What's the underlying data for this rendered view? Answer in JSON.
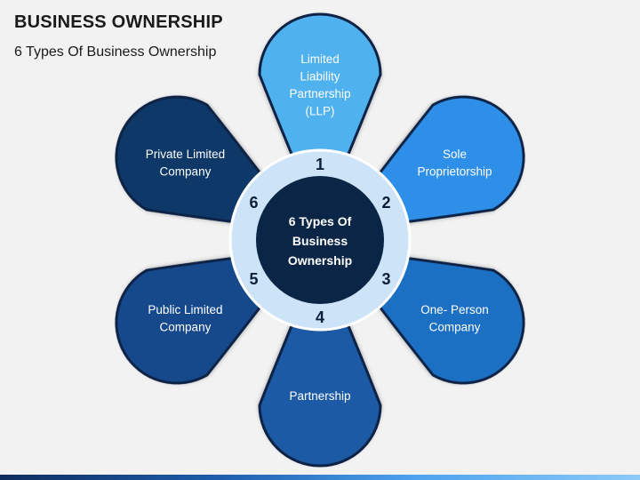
{
  "header": {
    "title": "BUSINESS OWNERSHIP",
    "subtitle": "6 Types Of Business Ownership"
  },
  "center": {
    "lines": [
      "6 Types Of",
      "Business",
      "Ownership"
    ]
  },
  "items": [
    {
      "number": "1",
      "lines": [
        "Limited",
        "Liability",
        "Partnership",
        "(LLP)"
      ],
      "color": "#4fb2ef"
    },
    {
      "number": "2",
      "lines": [
        "Sole",
        "Proprietorship"
      ],
      "color": "#2e8fe8"
    },
    {
      "number": "3",
      "lines": [
        "One- Person",
        "Company"
      ],
      "color": "#1f6fc4"
    },
    {
      "number": "4",
      "lines": [
        "Partnership"
      ],
      "color": "#1a5aa6"
    },
    {
      "number": "5",
      "lines": [
        "Public Limited",
        "Company"
      ],
      "color": "#164a8c"
    },
    {
      "number": "6",
      "lines": [
        "Private Limited",
        "Company"
      ],
      "color": "#0f3868"
    }
  ],
  "colors": {
    "ring": "#cde4f8",
    "center": "#0b2547",
    "numbers": "#0b1e3a"
  }
}
